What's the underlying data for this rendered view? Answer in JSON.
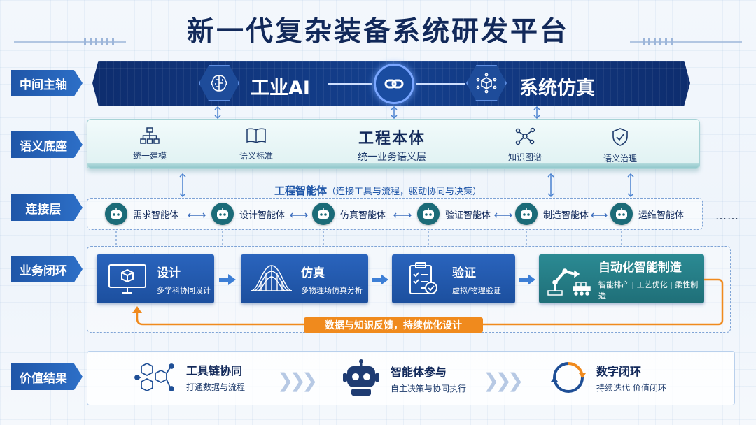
{
  "title": "新一代复杂装备系统研发平台",
  "rows": {
    "r1": "中间主轴",
    "r2": "语义底座",
    "r3": "连接层",
    "r4": "业务闭环",
    "r5": "价值结果"
  },
  "axis": {
    "left_label": "工业AI",
    "right_label": "系统仿真",
    "left_icon": "brain-icon",
    "center_icon": "link-icon",
    "right_icon": "cube-network-icon"
  },
  "semantic": {
    "title": "工程本体",
    "subtitle": "统一业务语义层",
    "items": [
      {
        "label": "统一建模",
        "icon": "hierarchy-icon"
      },
      {
        "label": "语义标准",
        "icon": "book-icon"
      },
      {
        "label": "知识图谱",
        "icon": "graph-icon"
      },
      {
        "label": "语义治理",
        "icon": "shield-check-icon"
      }
    ]
  },
  "connection": {
    "title": "工程智能体",
    "subtitle": "（连接工具与流程，驱动协同与决策）",
    "agents": [
      "需求智能体",
      "设计智能体",
      "仿真智能体",
      "验证智能体",
      "制造智能体",
      "运维智能体"
    ],
    "more": "……"
  },
  "business": {
    "cards": [
      {
        "title": "设计",
        "sub": "多学科协同设计",
        "icon": "monitor-cube-icon"
      },
      {
        "title": "仿真",
        "sub": "多物理场仿真分析",
        "icon": "surface-plot-icon"
      },
      {
        "title": "验证",
        "sub": "虚拟/物理验证",
        "icon": "clipboard-check-icon"
      },
      {
        "title": "自动化智能制造",
        "sub": "智能排产 | 工艺优化 | 柔性制造",
        "icon": "robot-arm-icon"
      }
    ],
    "feedback": "数据与知识反馈，持续优化设计"
  },
  "value": {
    "items": [
      {
        "title": "工具链协同",
        "sub": "打通数据与流程",
        "icon": "network-hex-icon"
      },
      {
        "title": "智能体参与",
        "sub": "自主决策与协同执行",
        "icon": "robot-icon"
      },
      {
        "title": "数字闭环",
        "sub": "持续迭代 价值闭环",
        "icon": "cycle-icon"
      }
    ]
  },
  "colors": {
    "navy": "#12295a",
    "blue": "#1f56a8",
    "teal": "#1f6f78",
    "orange": "#f08a1d"
  }
}
